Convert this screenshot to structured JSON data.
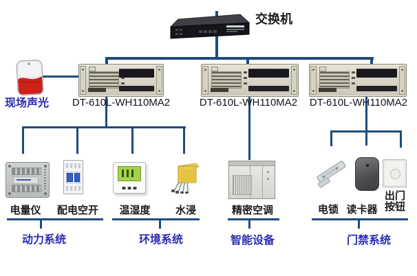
{
  "colors": {
    "connector_line": "#1d4b7f",
    "blue_label": "#2b2bb2",
    "black_label": "#1a1a1a",
    "siren_red": "#cf2117",
    "lcd_green": "#a5d14d",
    "breaker_blue": "#2f62c4"
  },
  "topology": {
    "switch": {
      "label": "交换机"
    },
    "siren": {
      "label": "现场声光"
    },
    "servers": [
      {
        "label": "DT-610L-WH110MA2"
      },
      {
        "label": "DT-610L-WH110MA2"
      },
      {
        "label": "DT-610L-WH110MA2"
      }
    ],
    "groups": [
      {
        "label": "动力系统",
        "devices": [
          {
            "label": "电量仪"
          },
          {
            "label": "配电空开"
          }
        ]
      },
      {
        "label": "环境系统",
        "devices": [
          {
            "label": "温湿度"
          },
          {
            "label": "水浸"
          }
        ]
      },
      {
        "label": "智能设备",
        "devices": [
          {
            "label": "精密空调"
          }
        ]
      },
      {
        "label": "门禁系统",
        "devices": [
          {
            "label": "电锁"
          },
          {
            "label": "读卡器"
          },
          {
            "label": "出门按钮"
          }
        ]
      }
    ]
  }
}
